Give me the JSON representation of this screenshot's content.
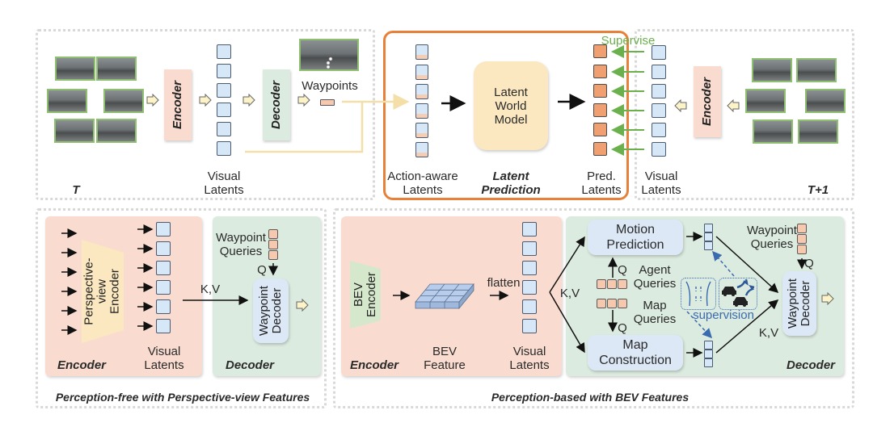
{
  "top": {
    "left_label": "T",
    "right_label": "T+1",
    "encoder_label": "Encoder",
    "decoder_label": "Decoder",
    "waypoints_label": "Waypoints",
    "visual_latents_label": [
      "Visual",
      "Latents"
    ],
    "action_aware_label": [
      "Action-aware",
      "Latents"
    ],
    "world_model_label": [
      "Latent",
      "World",
      "Model"
    ],
    "latent_prediction_label": [
      "Latent",
      "Prediction"
    ],
    "pred_latents_label": [
      "Pred.",
      "Latents"
    ],
    "supervise_label": "Supervise",
    "visual_latents_right_label": [
      "Visual",
      "Latents"
    ],
    "encoder_right_label": "Encoder"
  },
  "bottom_left": {
    "caption": "Perception-free with Perspective-view Features",
    "pv_encoder_label": [
      "Perspective-",
      "view",
      "Encoder"
    ],
    "visual_latents_label": [
      "Visual",
      "Latents"
    ],
    "encoder_section_label": "Encoder",
    "decoder_section_label": "Decoder",
    "waypoint_queries_label": [
      "Waypoint",
      "Queries"
    ],
    "q_label": "Q",
    "kv_label": "K,V",
    "waypoint_decoder_label": [
      "Waypoint",
      "Decoder"
    ]
  },
  "bottom_right": {
    "caption": "Perception-based with BEV Features",
    "bev_encoder_label": [
      "BEV",
      "Encoder"
    ],
    "bev_feature_label": [
      "BEV",
      "Feature"
    ],
    "flatten_label": "flatten",
    "visual_latents_label": [
      "Visual",
      "Latents"
    ],
    "encoder_section_label": "Encoder",
    "kv_label": "K,V",
    "motion_prediction_label": [
      "Motion",
      "Prediction"
    ],
    "map_construction_label": [
      "Map",
      "Construction"
    ],
    "agent_queries_label": [
      "Agent",
      "Queries"
    ],
    "map_queries_label": [
      "Map",
      "Queries"
    ],
    "q_top_label": "Q",
    "q_bottom_label": "Q",
    "supervision_label": "supervision",
    "waypoint_queries_label": [
      "Waypoint",
      "Queries"
    ],
    "q_waypoint_label": "Q",
    "kv_waypoint_label": "K,V",
    "waypoint_decoder_label": [
      "Waypoint",
      "Decoder"
    ],
    "decoder_section_label": "Decoder"
  },
  "colors": {
    "orange_frame": "#e8803a",
    "encoder_fill": "#f9dccf",
    "decoder_fill": "#dcebdf",
    "latent_fill": "#d6e8f8",
    "pred_latent_fill": "#f0a070",
    "world_model_fill": "#fbe8c0",
    "supervise_green": "#6ab04c",
    "supervision_blue": "#3a6ab0"
  }
}
